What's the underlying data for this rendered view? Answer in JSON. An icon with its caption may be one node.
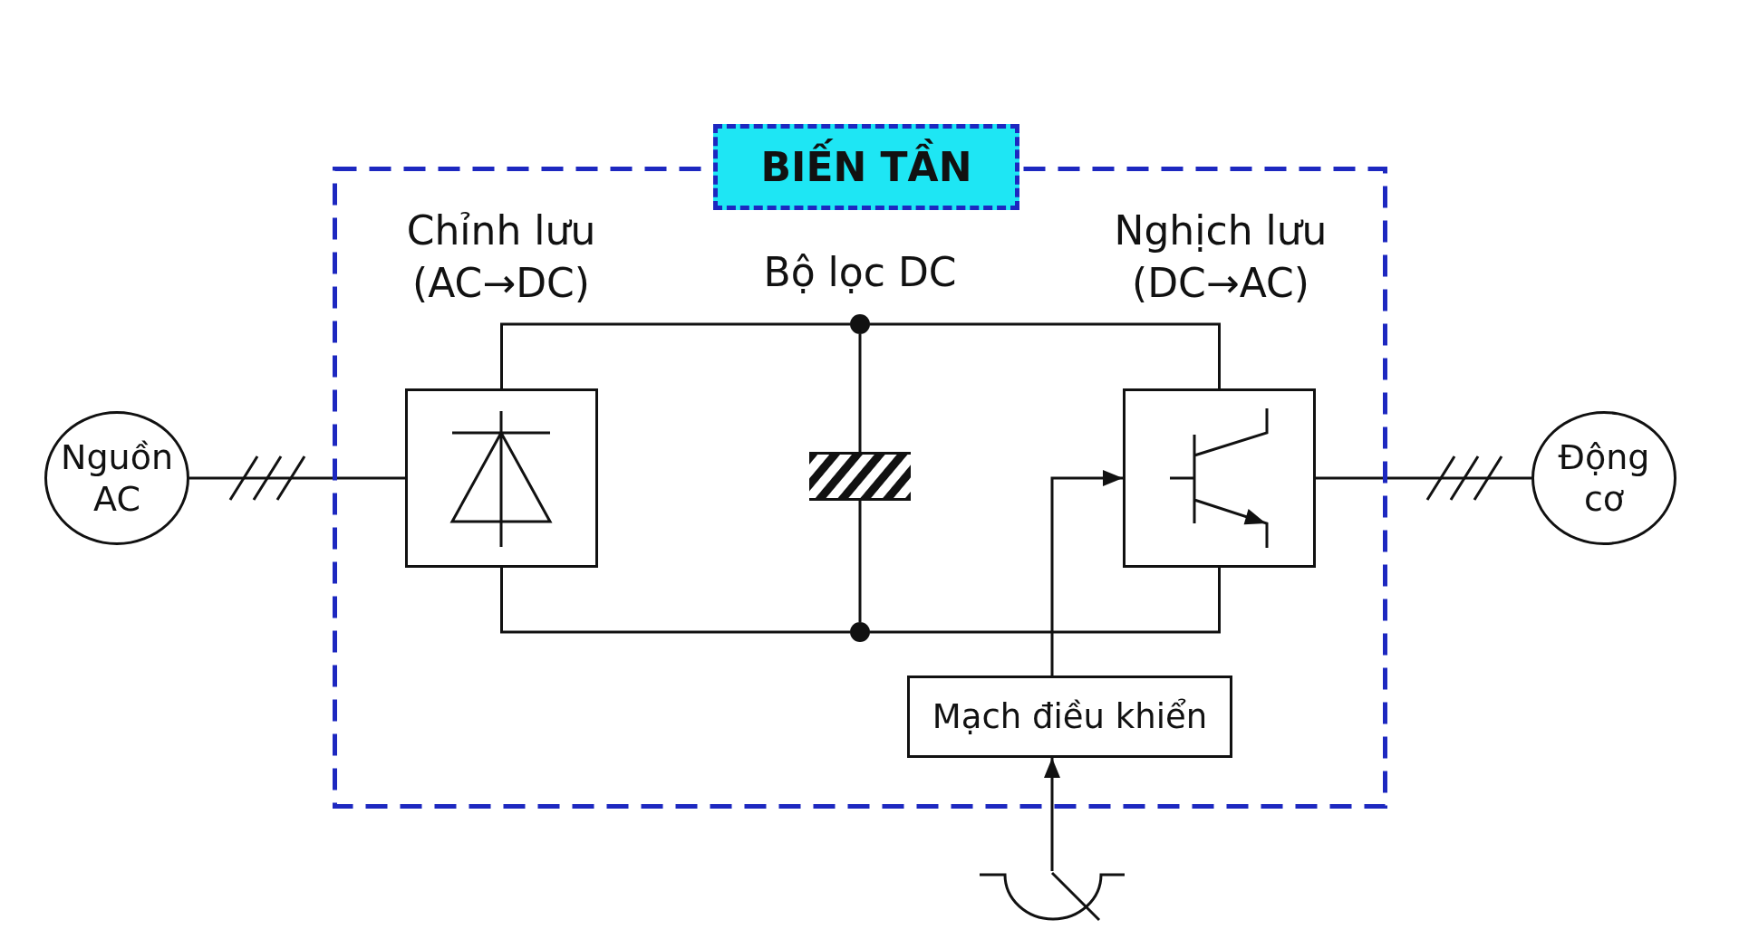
{
  "diagram": {
    "nodes": [
      {
        "text": [
          "BIẾN TẦN"
        ]
      },
      {
        "text": [
          "Nguồn AC"
        ]
      },
      {
        "text": [
          "Chỉnh lưu (AC→DC)"
        ],
        "in": 0
      },
      {
        "text": [],
        "shape": "bar",
        "in": 0
      },
      {
        "text": [
          "Nghịch lưu (DC→AC)"
        ],
        "in": 0
      },
      {
        "text": [
          "Mạch điều khiển"
        ],
        "in": 0
      },
      {
        "text": [
          "Động cơ"
        ]
      },
      {
        "text": [],
        "shape": "picture"
      },
      {
        "text": [],
        "shape": "dot",
        "in": 0
      },
      {
        "text": [],
        "shape": "dot",
        "in": 0
      }
    ],
    "edges": [
      {
        "from": 1,
        "to": 2,
        "arrow": "none"
      },
      {
        "from": 2,
        "to": 8,
        "arrow": "none"
      },
      {
        "from": 8,
        "to": 3,
        "arrow": "none"
      },
      {
        "from": 8,
        "to": 4,
        "arrow": "none"
      },
      {
        "from": 2,
        "to": 9,
        "arrow": "none"
      },
      {
        "from": 9,
        "to": 3,
        "arrow": "none"
      },
      {
        "from": 9,
        "to": 4,
        "arrow": "none"
      },
      {
        "from": 4,
        "to": 6,
        "arrow": "none"
      },
      {
        "from": 5,
        "to": 4,
        "arrow": "to"
      },
      {
        "from": 7,
        "to": 5,
        "arrow": "to"
      }
    ],
    "labels": [
      "Bộ lọc DC"
    ]
  }
}
